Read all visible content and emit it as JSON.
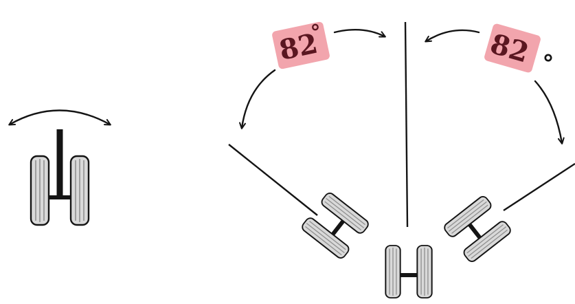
{
  "diagram": {
    "angle_left": {
      "value": 82,
      "text": "82",
      "degree": "°"
    },
    "angle_right": {
      "value": 82,
      "text": "82",
      "degree": "°"
    },
    "colors": {
      "ink": "#141414",
      "wheel_fill": "#d9d9d9",
      "wheel_tread": "#8f8f8f",
      "label_bg": "#f2a5ad",
      "label_text": "#5a1620"
    }
  }
}
